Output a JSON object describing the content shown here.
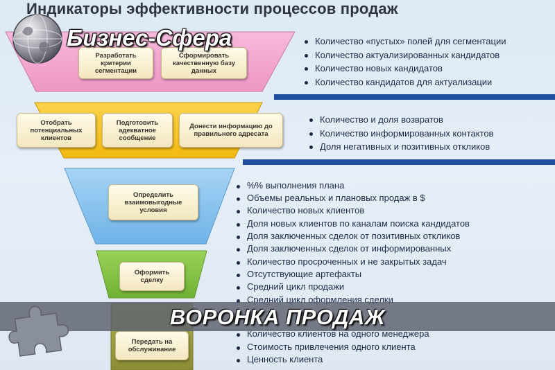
{
  "title": "Индикаторы эффективности процессов продаж",
  "brand": "Бизнес-Сфера",
  "band_title": "ВОРОНКА ПРОДАЖ",
  "colors": {
    "pink": "#f4a9d2",
    "yellow": "#f7c623",
    "blue": "#8ec6ef",
    "green": "#83c545",
    "olive": "#9ea044",
    "separator": "#1f4f9c"
  },
  "stages": [
    {
      "boxes": [
        "Разработать критерии сегментации",
        "Сформировать качественную базу данных"
      ],
      "bullets": [
        "Количество «пустых» полей для сегментации",
        "Количество актуализированных кандидатов",
        "Количество новых кандидатов",
        "Количество кандидатов для актуализации"
      ]
    },
    {
      "boxes": [
        "Отобрать потенциальных клиентов",
        "Подготовить адекватное сообщение",
        "Донести информацию до правильного адресата"
      ],
      "bullets": [
        "Количество и доля возвратов",
        "Количество информированных контактов",
        "Доля негативных и позитивных откликов"
      ]
    },
    {
      "boxes": [
        "Определить взаимовыгодные условия"
      ],
      "bullets": [
        "%% выполнения плана",
        "Объемы реальных и плановых продаж в $",
        "Количество новых клиентов",
        "Доля новых клиентов по каналам поиска кандидатов",
        "Доля заключенных сделок от позитивных откликов",
        "Доля заключенных сделок от информированных"
      ]
    },
    {
      "boxes": [
        "Оформить сделку"
      ],
      "bullets": [
        "Количество просроченных и не закрытых задач",
        "Отсутствующие артефакты",
        "Средний цикл продажи",
        "Средний цикл оформления сделки"
      ]
    },
    {
      "boxes": [
        "Передать на обслуживание"
      ],
      "bullets": [
        "Количество клиентов на одного менеджера",
        "Стоимость привлечения одного клиента",
        "Ценность клиента"
      ]
    }
  ]
}
